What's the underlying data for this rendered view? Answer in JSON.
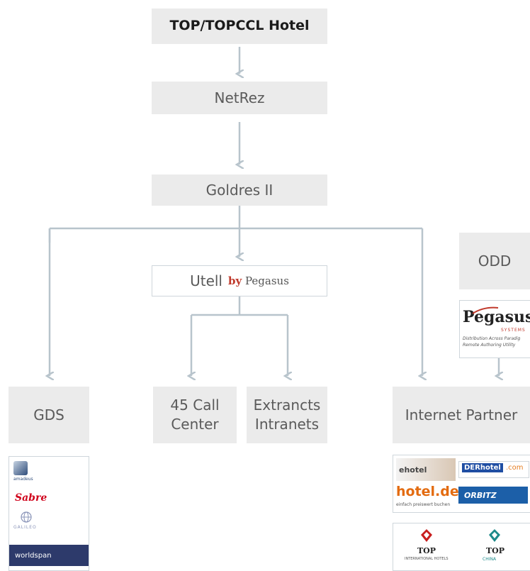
{
  "nodes": {
    "top_hotel": "TOP/TOPCCL Hotel",
    "netrez": "NetRez",
    "goldres": "Goldres II",
    "utell": "Utell",
    "utell_by": "by",
    "utell_pegasus": "Pegasus",
    "odd": "ODD",
    "gds": "GDS",
    "call_center_line1": "45 Call",
    "call_center_line2": "Center",
    "extranets_line1": "Extrancts",
    "extranets_line2": "Intranets",
    "internet_partner": "Internet Partner"
  },
  "pegasus_logo": {
    "name": "Pegasus",
    "sub": "SYSTEMS",
    "tagline1": "Distribution  Across  Paradig",
    "tagline2": "Remote Authoring Utility"
  },
  "gds_logos": {
    "amadeus": "amadeus",
    "sabre": "Sabre",
    "galileo": "GALILEO",
    "worldspan": "worldspan"
  },
  "internet_logos": {
    "ehotel": "ehotel",
    "derhotel": "DERhotel",
    "derhotel_suffix": ".com",
    "hotelde": "hotel.de",
    "hotelde_sub": "einfach preiswert buchen",
    "orbitz": "ORBITZ"
  },
  "top_logos": {
    "top1": "TOP",
    "top1_sub": "INTERNATIONAL HOTELS",
    "top2": "TOP",
    "top2_sub": "CHINA"
  },
  "colors": {
    "connector": "#b8c4cc",
    "box_fill": "#ebebeb",
    "pegasus_red": "#c0392b",
    "sabre_red": "#d0021b",
    "der_blue": "#1f4ea3",
    "orbitz_blue": "#1c5fa8",
    "worldspan_navy": "#2d3a6b",
    "top_red": "#c81e1e",
    "top_teal": "#1d8a8a"
  }
}
